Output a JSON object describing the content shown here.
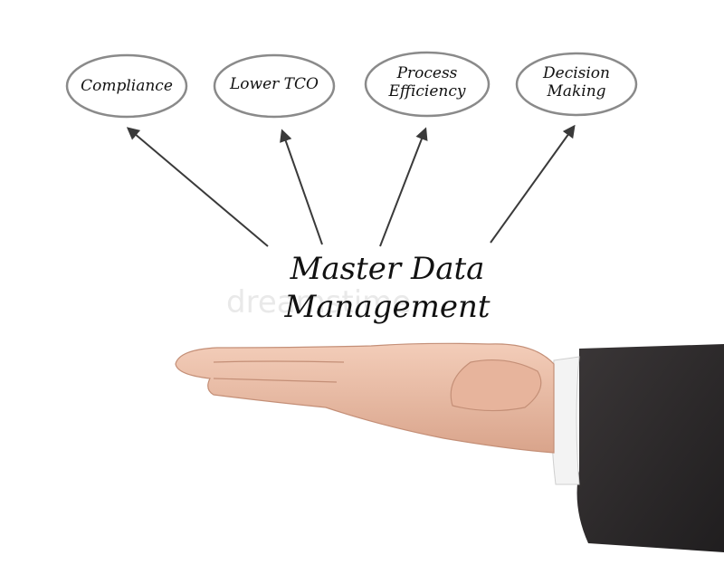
{
  "nodes": [
    {
      "id": "compliance",
      "label_lines": [
        "Compliance"
      ]
    },
    {
      "id": "lower-tco",
      "label_lines": [
        "Lower TCO"
      ]
    },
    {
      "id": "process-efficiency",
      "label_lines": [
        "Process",
        "Efficiency"
      ]
    },
    {
      "id": "decision-making",
      "label_lines": [
        "Decision",
        "Making"
      ]
    }
  ],
  "center": {
    "title_lines": [
      "Master Data",
      "Management"
    ]
  },
  "watermark": "dreamstime",
  "colors": {
    "ellipse_stroke": "#8a8a8a",
    "arrow": "#3a3a3a",
    "text": "#111111",
    "skin": "#e8b9a2",
    "suit": "#2e2b2d",
    "cuff": "#f3f3f3"
  }
}
